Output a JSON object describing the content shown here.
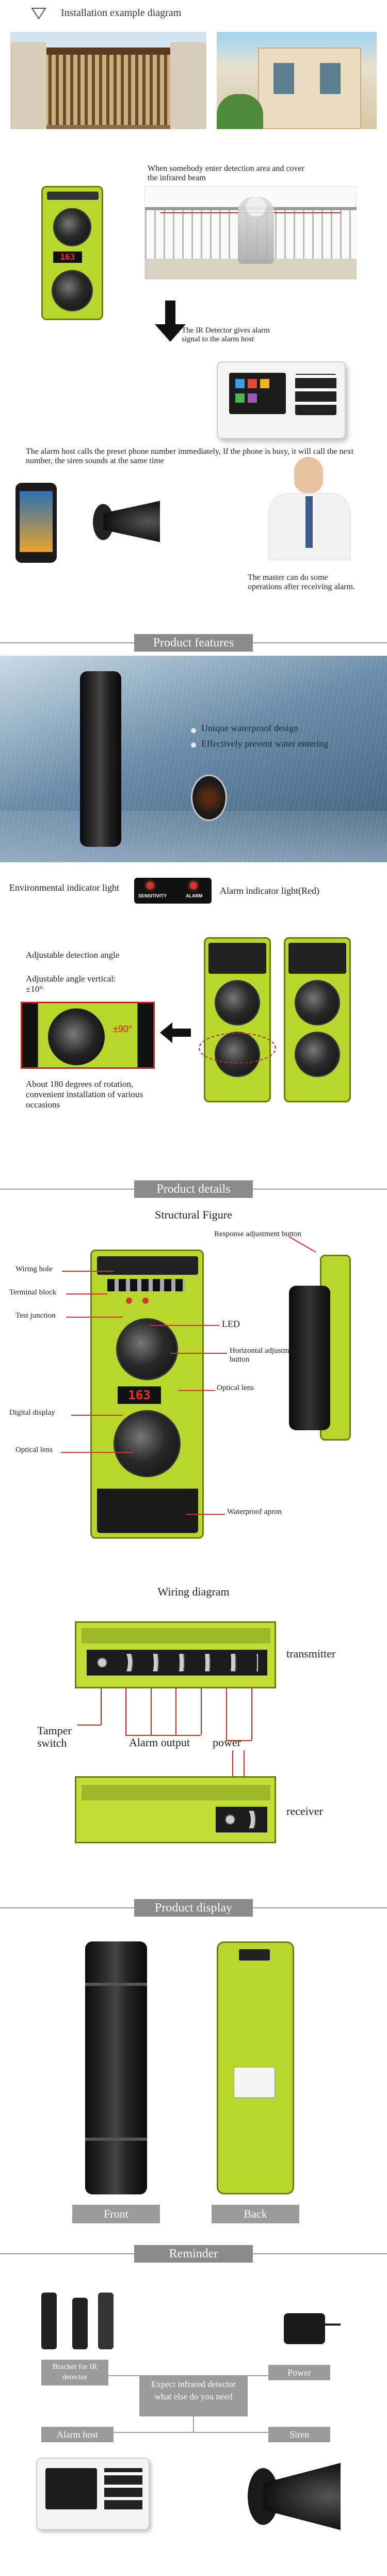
{
  "install": {
    "heading": "Installation example diagram",
    "caption_enter": "When somebody enter detection area and cover the infrared beam",
    "caption_alarm": "The IR Detector gives alarm signal to the alarm host",
    "caption_call": "The alarm host calls the preset phone number immediately, If the phone is busy, it will call the next number, the siren sounds at the same time",
    "caption_master": "The master can do some operations after receiving alarm."
  },
  "features": {
    "title": "Product features",
    "waterproof_line1": "Unique waterproof design",
    "waterproof_line2": "Effectively prevent water entering",
    "env_light": "Environmental indicator light",
    "alarm_light": "Alarm indicator light(Red)",
    "sensitivity_label": "SENSITIVITY",
    "alarm_label": "ALARM",
    "adj_angle": "Adjustable detection angle",
    "adj_vertical": "Adjustable angle vertical:±10°",
    "angle_mark": "±90°",
    "rotation": "About 180 degrees of rotation, convenient installation of various occasions"
  },
  "details": {
    "title": "Product details",
    "structural_title": "Structural Figure",
    "response_btn": "Response adjustment button",
    "wiring_hole": "Wiring hole",
    "terminal_block": "Terminal block",
    "test_junction": "Test junction",
    "led": "LED",
    "horizontal_btn": "Horizontal adjustment button",
    "optical_lens_1": "Optical lens",
    "digital_display": "Digital display",
    "optical_lens_2": "Optical lens",
    "waterproof_apron": "Waterproof apron",
    "display_value": "163",
    "wiring_title": "Wiring diagram",
    "transmitter": "transmitter",
    "tamper": "Tamper switch",
    "alarm_output": "Alarm output",
    "power": "power",
    "receiver": "receiver"
  },
  "display": {
    "title": "Product display",
    "front": "Front",
    "back": "Back"
  },
  "reminder": {
    "title": "Reminder",
    "bracket": "Bracket for IR detector",
    "power": "Power",
    "center": "Expect infrared detector what else do you need",
    "alarm_host": "Alarm host",
    "siren": "Siren"
  },
  "colors": {
    "device_green": "#b8d62b",
    "accent_red": "#d6322b",
    "bar_grey": "#8b8b8b"
  }
}
